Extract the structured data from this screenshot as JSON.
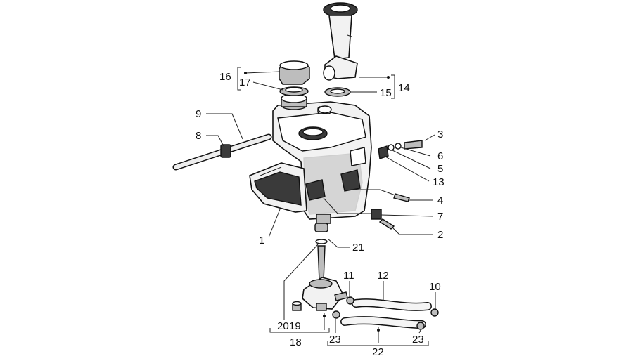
{
  "callouts": {
    "c1": "1",
    "c2": "2",
    "c3": "3",
    "c4": "4",
    "c5": "5",
    "c6": "6",
    "c7": "7",
    "c8": "8",
    "c9": "9",
    "c10": "10",
    "c11": "11",
    "c12": "12",
    "c13": "13",
    "c14": "14",
    "c15": "15",
    "c16": "16",
    "c17": "17",
    "c18": "18",
    "c19": "19",
    "c20": "20",
    "c21": "21",
    "c22": "22",
    "c23a": "23",
    "c23b": "23"
  }
}
